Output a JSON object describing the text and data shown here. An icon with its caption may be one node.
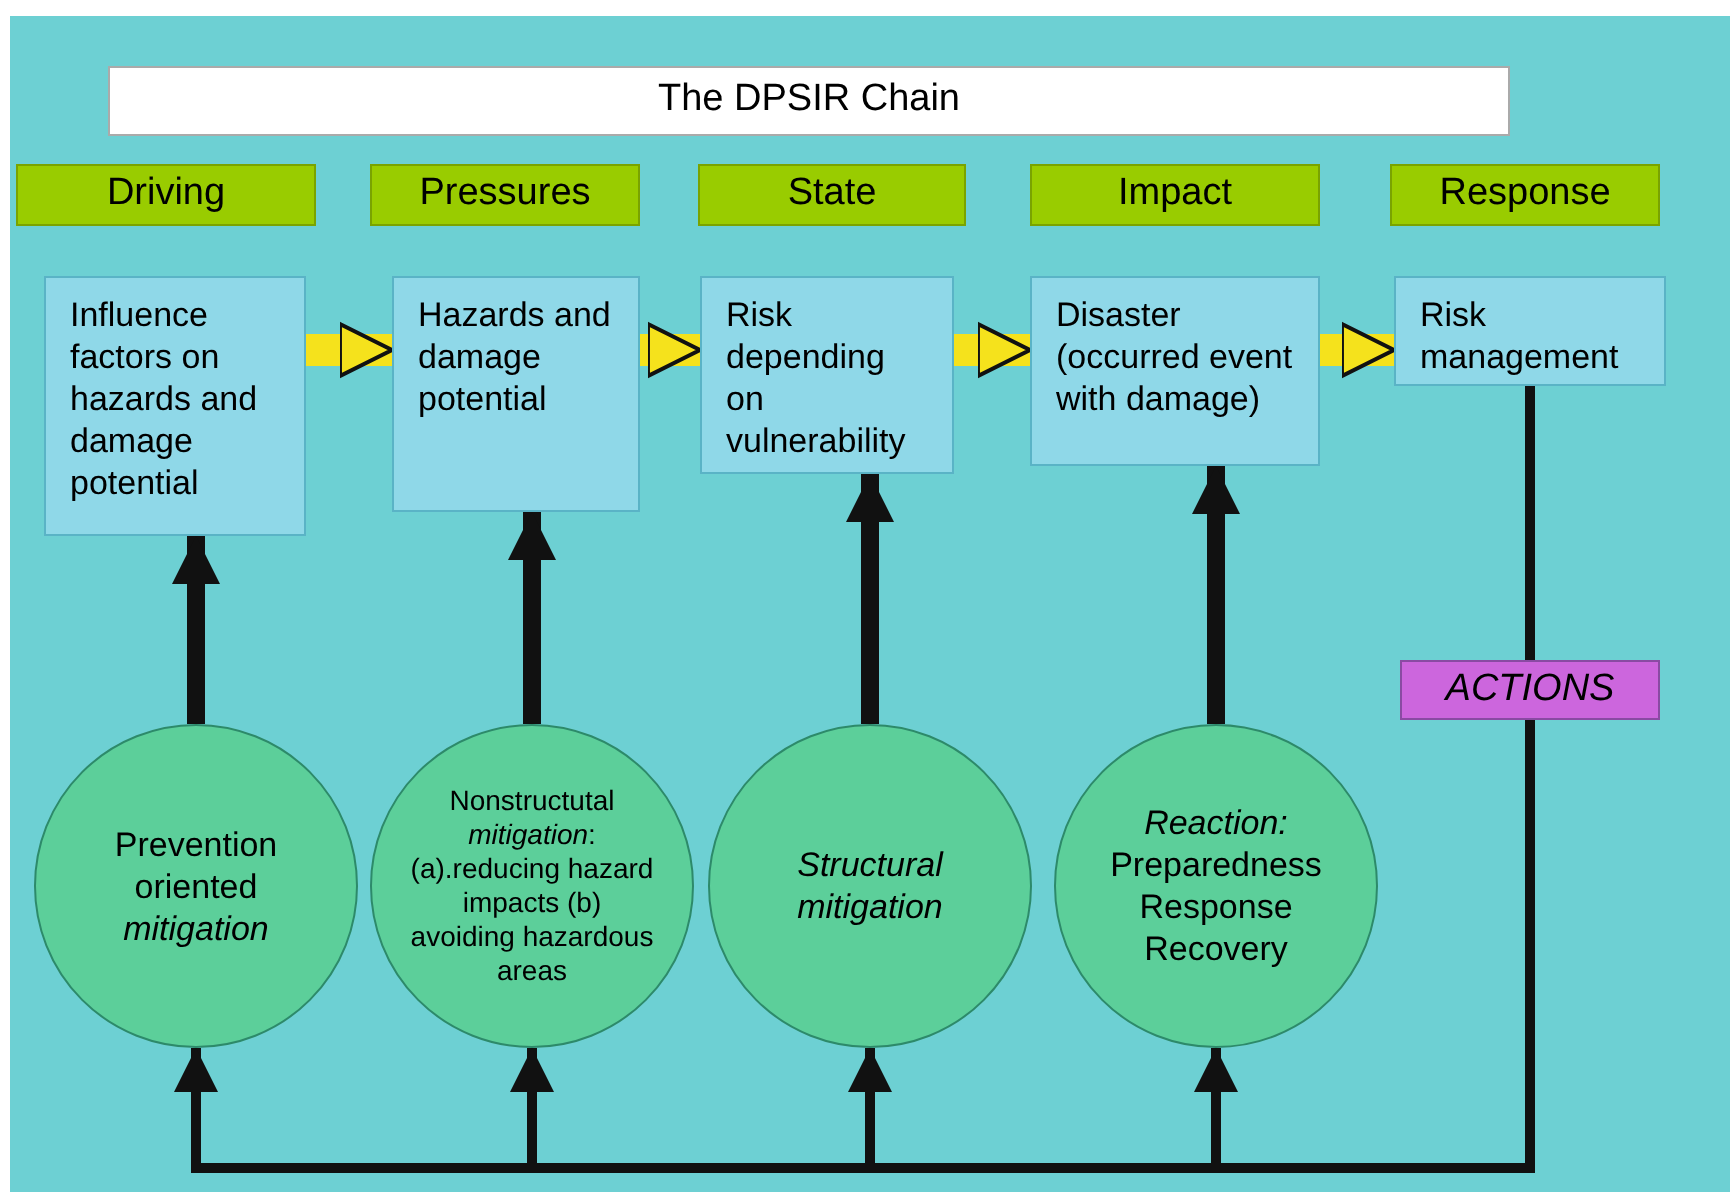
{
  "diagram": {
    "title": "The DPSIR Chain",
    "nodes": [
      {
        "text": [
          "Driving"
        ]
      },
      {
        "text": [
          "Pressures"
        ]
      },
      {
        "text": [
          "State"
        ]
      },
      {
        "text": [
          "Impact"
        ]
      },
      {
        "text": [
          "Response"
        ]
      },
      {
        "text": [
          "Influence factors on hazards and damage potential"
        ]
      },
      {
        "text": [
          "Hazards and damage potential"
        ]
      },
      {
        "text": [
          "Risk depending on vulnerability"
        ]
      },
      {
        "text": [
          "Disaster (occurred event with damage)"
        ]
      },
      {
        "text": [
          "Risk management"
        ]
      },
      {
        "text": [
          "ACTIONS"
        ]
      },
      {
        "text": [
          "Prevention oriented *mitigation*"
        ]
      },
      {
        "text": [
          "Nonstructutal *mitigation*: (a).reducing hazard impacts (b) avoiding hazardous areas"
        ]
      },
      {
        "text": [
          "Structural mitigation"
        ]
      },
      {
        "text": [
          "*Reaction:* Preparedness Response Recovery"
        ]
      }
    ],
    "edges": [
      {
        "from": 5,
        "to": 6,
        "arrow": "to",
        "color": "#f5e21c"
      },
      {
        "from": 6,
        "to": 7,
        "arrow": "to",
        "color": "#f5e21c"
      },
      {
        "from": 7,
        "to": 8,
        "arrow": "to",
        "color": "#f5e21c"
      },
      {
        "from": 8,
        "to": 9,
        "arrow": "to",
        "color": "#f5e21c"
      },
      {
        "from": 11,
        "to": 5,
        "arrow": "to"
      },
      {
        "from": 12,
        "to": 6,
        "arrow": "to"
      },
      {
        "from": 13,
        "to": 7,
        "arrow": "to"
      },
      {
        "from": 14,
        "to": 8,
        "arrow": "to"
      },
      {
        "from": 9,
        "to": 10,
        "arrow": "none"
      },
      {
        "from": 10,
        "to": 11,
        "arrow": "to"
      },
      {
        "from": 10,
        "to": 12,
        "arrow": "to"
      },
      {
        "from": 10,
        "to": 13,
        "arrow": "to"
      },
      {
        "from": 10,
        "to": 14,
        "arrow": "to"
      }
    ]
  }
}
